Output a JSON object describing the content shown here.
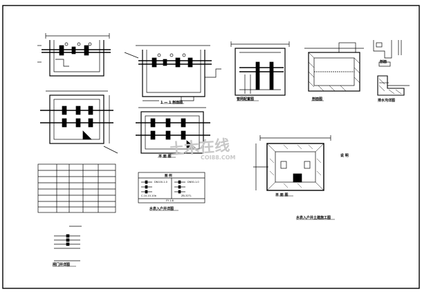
{
  "labels": {
    "section_1_1": "1 — 1 剖面图",
    "plan_mid": "平 面 图",
    "valve_legend_title": "闸门井详图",
    "meter_detail_title": "水表入户井详图",
    "pipe_config": "管网配置图",
    "section_right": "剖面图",
    "section_small": "剖面",
    "drain_detail": "排水沟详图",
    "notes": "说 明",
    "plan_right": "平 面 图",
    "construction_title": "水表入户井土建施工图"
  },
  "legend_table": {
    "title": "图 例",
    "items": [
      "DN100-1.0",
      "DN50-1.0",
      "",
      "",
      "",
      "",
      "C-10-10-10b",
      "ZB-32TL"
    ],
    "footer": "FY 1:8"
  },
  "watermark": {
    "text": "土木在线",
    "sub": "COI88.COM"
  }
}
